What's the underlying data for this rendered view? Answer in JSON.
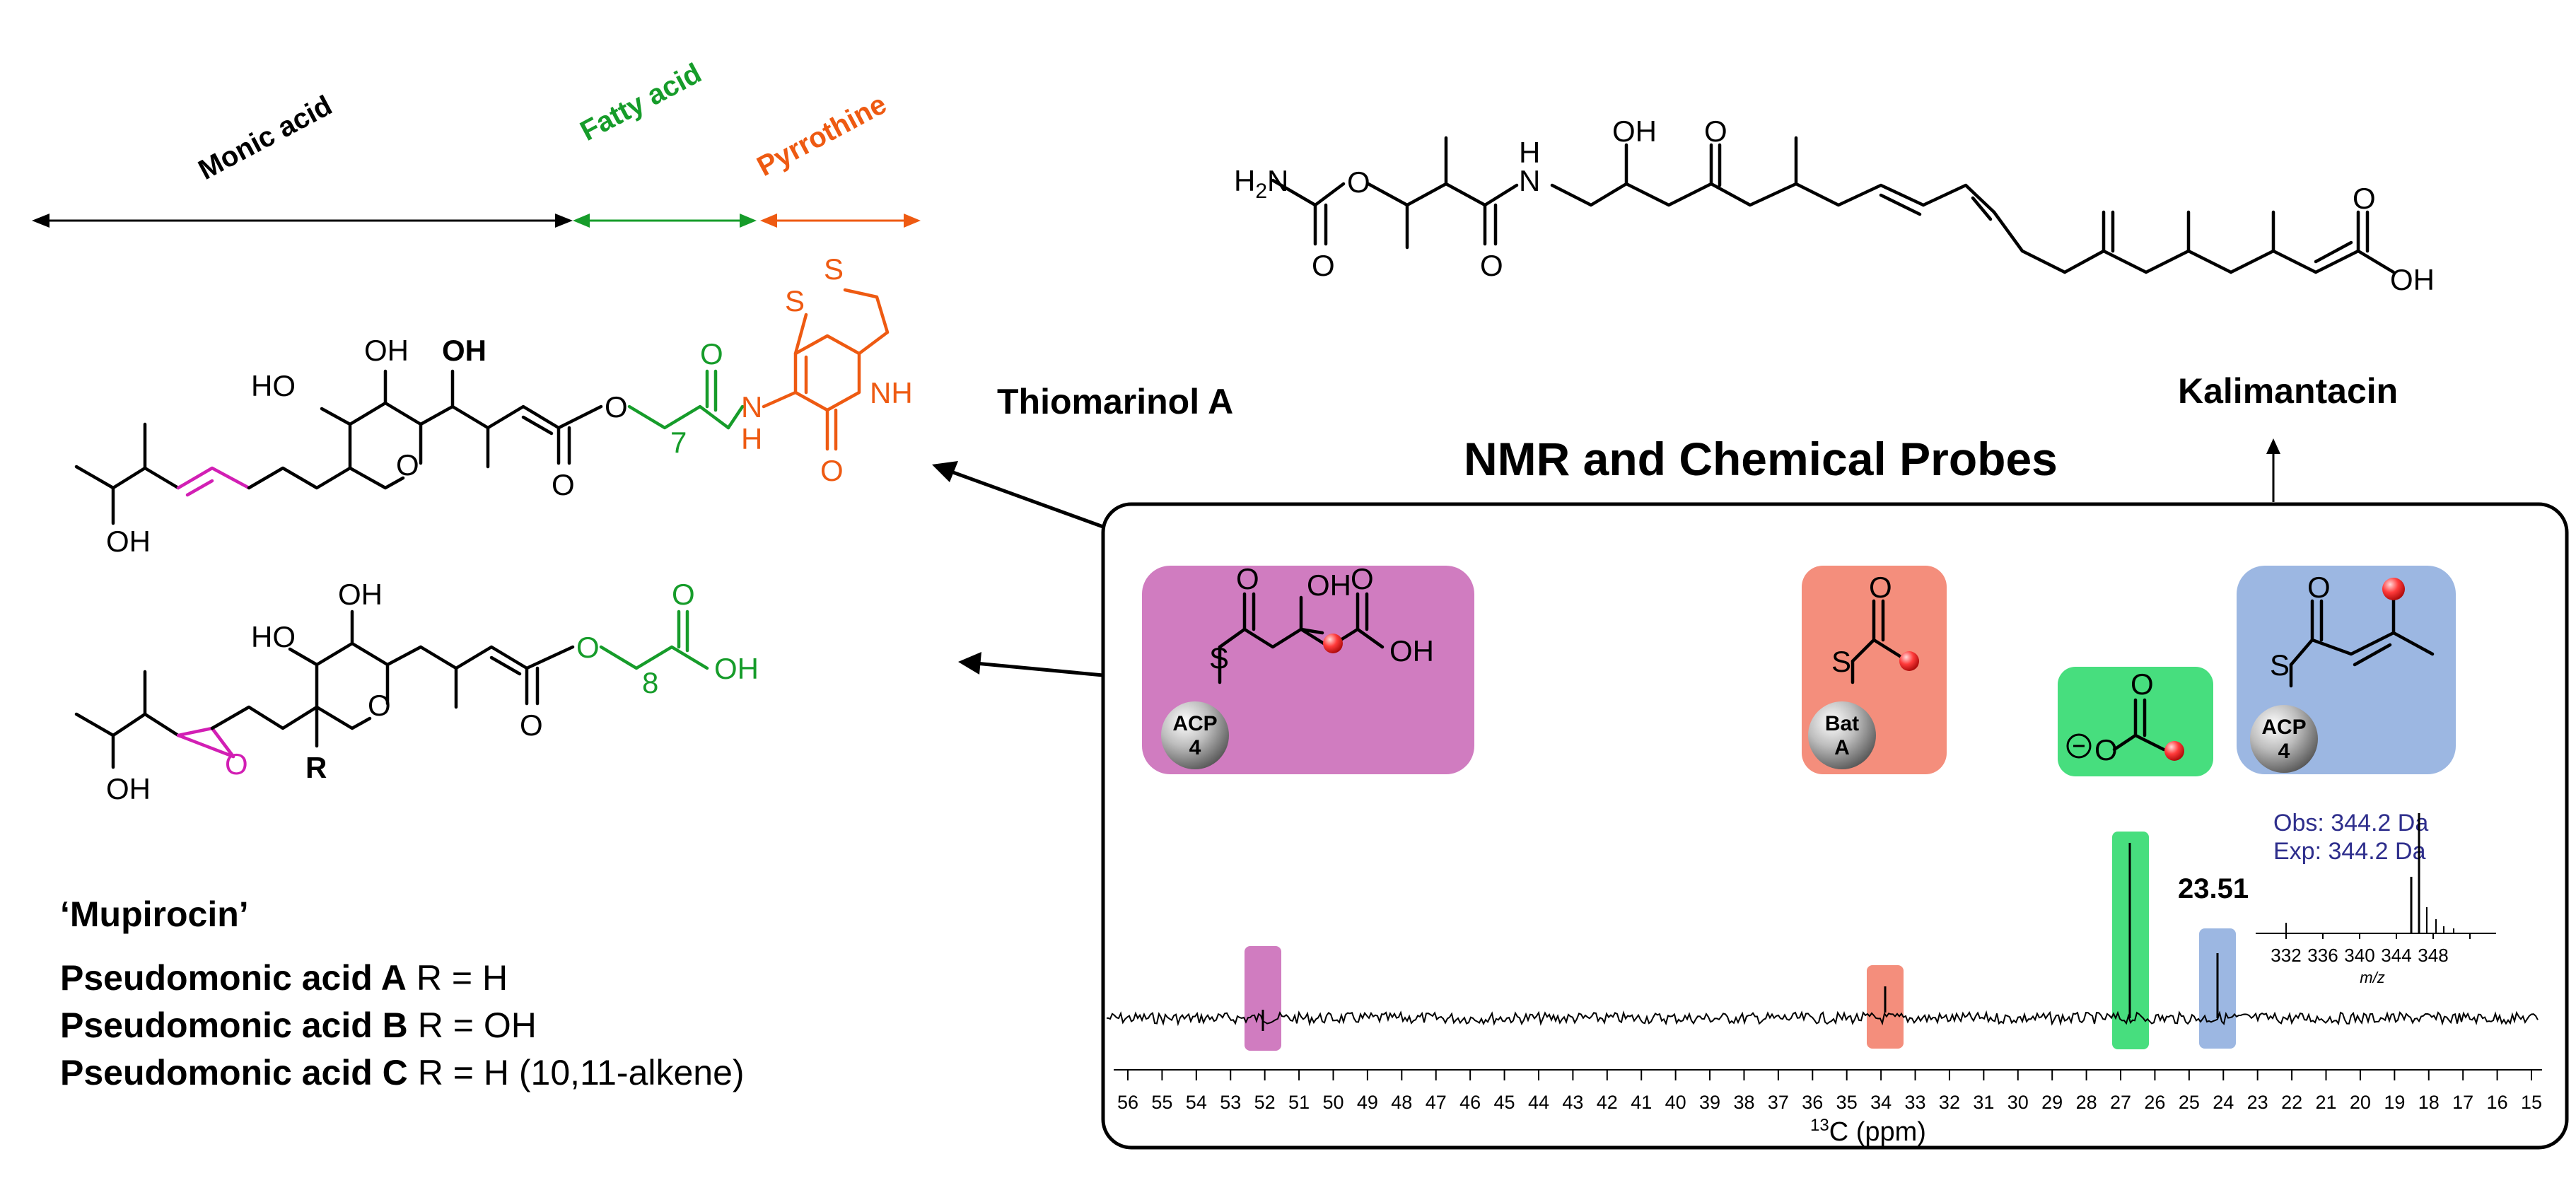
{
  "segments": {
    "monic": {
      "label": "Monic acid",
      "color": "#000000"
    },
    "fatty": {
      "label": "Fatty acid",
      "color": "#169C2A"
    },
    "pyrrothine": {
      "label": "Pyrrothine",
      "color": "#EE5A12"
    }
  },
  "compounds": {
    "thiomarinol": "Thiomarinol A",
    "kalimantacin": "Kalimantacin",
    "mupirocin": "‘Mupirocin’"
  },
  "pseudomonic": [
    {
      "name": "Pseudomonic acid A",
      "r": "R = H"
    },
    {
      "name": "Pseudomonic acid B",
      "r": "R = OH"
    },
    {
      "name": "Pseudomonic acid C",
      "r": "R = H (10,11-alkene)"
    }
  ],
  "panel": {
    "title": "NMR and Chemical  Probes",
    "probes": [
      {
        "color": "#D07CC0",
        "carrier_top": "ACP",
        "carrier_bottom": "4"
      },
      {
        "color": "#F48E7C",
        "carrier_top": "Bat",
        "carrier_bottom": "A"
      },
      {
        "color": "#47DE7E",
        "carrier_top": "",
        "carrier_bottom": ""
      },
      {
        "color": "#9CB7E2",
        "carrier_top": "ACP",
        "carrier_bottom": "4"
      }
    ],
    "peak_label": "23.51",
    "ms": {
      "obs": "Obs: 344.2 Da",
      "exp": "Exp: 344.2 Da",
      "ticks": [
        "332",
        "336",
        "340",
        "344",
        "348"
      ],
      "xlabel": "m/z"
    },
    "nmr": {
      "ticks": [
        "56",
        "55",
        "54",
        "53",
        "52",
        "51",
        "50",
        "49",
        "48",
        "47",
        "46",
        "45",
        "44",
        "43",
        "42",
        "41",
        "40",
        "39",
        "38",
        "37",
        "36",
        "35",
        "34",
        "33",
        "32",
        "31",
        "30",
        "29",
        "28",
        "27",
        "26",
        "25",
        "24",
        "23",
        "22",
        "21",
        "20",
        "19",
        "18",
        "17",
        "16",
        "15"
      ],
      "xlabel_sup": "13",
      "xlabel": "C (ppm)"
    }
  },
  "atoms": {
    "OH": "OH",
    "HO": "HO",
    "O": "O",
    "N": "N",
    "H": "H",
    "NH": "NH",
    "S": "S",
    "H2N": "H",
    "H2N_sub": "2",
    "H2N_N": "N",
    "R": "R",
    "n7": "7",
    "n8": "8"
  },
  "colors": {
    "green": "#169C2A",
    "orange": "#EE5A12",
    "magenta": "#D21FB4",
    "navy": "#2E2E8C"
  }
}
